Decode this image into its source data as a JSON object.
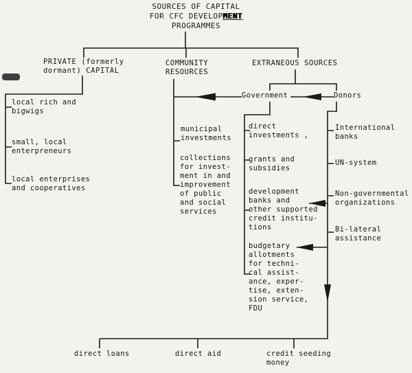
{
  "title": {
    "line1": "SOURCES OF CAPITAL",
    "line2_normal": "FOR CFC DEVELOP",
    "line2_overstruck": "MENT",
    "line3": "PROGRAMMES"
  },
  "private": {
    "label": "PRIVATE (formerly\ndormant) CAPITAL",
    "items": [
      "local rich and\nbigwigs",
      "small, local\nenterpreneurs",
      "local enterprises\nand cooperatives"
    ]
  },
  "community": {
    "label": "COMMUNITY\nRESOURCES",
    "items": [
      "municipal\ninvestments",
      "collections\nfor invest-\nment in and\nimprovement\nof public\nand social\nservices"
    ]
  },
  "extraneous": {
    "label": "EXTRANEOUS SOURCES",
    "government": {
      "label": "Government",
      "items": [
        "direct\ninvestments ,",
        "grants and\nsubsidies",
        "development\nbanks and\nother supported\ncredit institu-\ntions",
        "budgetary\nallotments\nfor techni-\ncal assist-\nance, exper-\ntise, exten-\nsion service,\nFDU"
      ]
    },
    "donors": {
      "label": "Donors",
      "items": [
        "International\nbanks",
        "UN-system",
        "Non-governmental\norganizations",
        "Bi-lateral\nassistance"
      ]
    }
  },
  "outputs": [
    "direct loans",
    "direct aid",
    "credit seeding\nmoney"
  ],
  "colors": {
    "ink": "#1a1a1a",
    "paper": "#f3f2ed"
  }
}
